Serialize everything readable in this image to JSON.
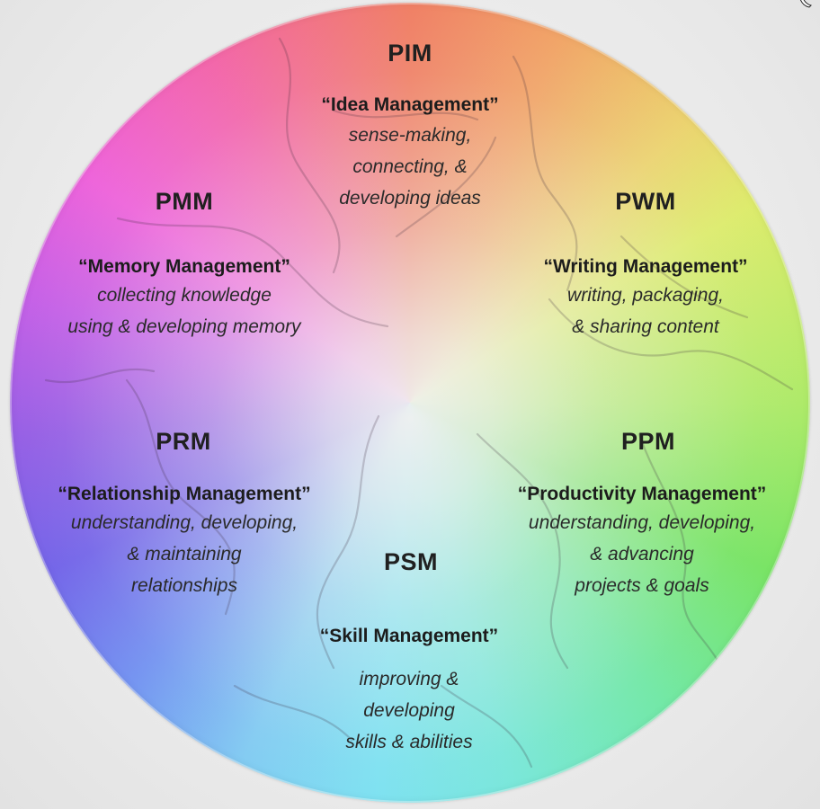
{
  "diagram": {
    "segments": [
      {
        "id": "pim",
        "code": "PIM",
        "title": "“Idea Management”",
        "lines": [
          "sense-making,",
          "connecting, &",
          "developing ideas"
        ]
      },
      {
        "id": "pmm",
        "code": "PMM",
        "title": "“Memory Management”",
        "lines": [
          "collecting knowledge",
          "using & developing memory"
        ]
      },
      {
        "id": "pwm",
        "code": "PWM",
        "title": "“Writing Management”",
        "lines": [
          "writing, packaging,",
          "& sharing content"
        ]
      },
      {
        "id": "prm",
        "code": "PRM",
        "title": "“Relationship Management”",
        "lines": [
          "understanding, developing,",
          "& maintaining",
          "relationships"
        ]
      },
      {
        "id": "ppm",
        "code": "PPM",
        "title": "“Productivity Management”",
        "lines": [
          "understanding, developing,",
          "& advancing",
          "projects & goals"
        ]
      },
      {
        "id": "psm",
        "code": "PSM",
        "title": "“Skill Management”",
        "lines": [
          "improving &",
          "developing",
          "skills & abilities"
        ]
      }
    ],
    "colors": {
      "top": "#f07a5e",
      "upper_right": "#dceb64",
      "right": "#6fe35a",
      "bottom": "#74e0f1",
      "lower_left": "#6a5be8",
      "left": "#ee5bd9",
      "center": "#f0f0f0"
    }
  }
}
